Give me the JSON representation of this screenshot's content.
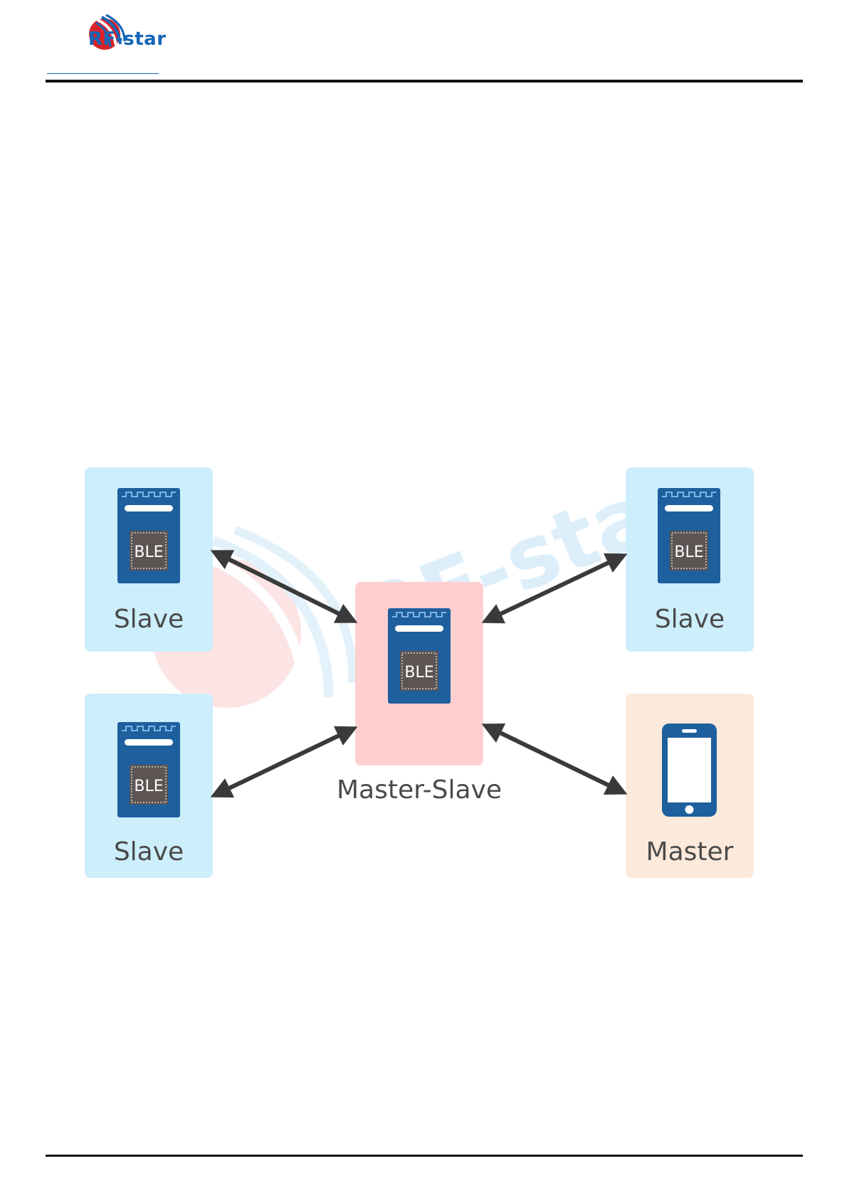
{
  "header": {
    "brand": "RF-star"
  },
  "diagram": {
    "watermark": "RF-star",
    "chip_label": "BLE",
    "nodes": {
      "slave_top_left": "Slave",
      "slave_top_right": "Slave",
      "slave_bottom_left": "Slave",
      "center": "Master-Slave",
      "master": "Master"
    },
    "colors": {
      "slave_bg": "#cdeefb",
      "center_bg": "#fdcfd0",
      "master_bg": "#fbe9db",
      "module_blue": "#1e5f9e",
      "chip_gray": "#5c5553"
    }
  }
}
